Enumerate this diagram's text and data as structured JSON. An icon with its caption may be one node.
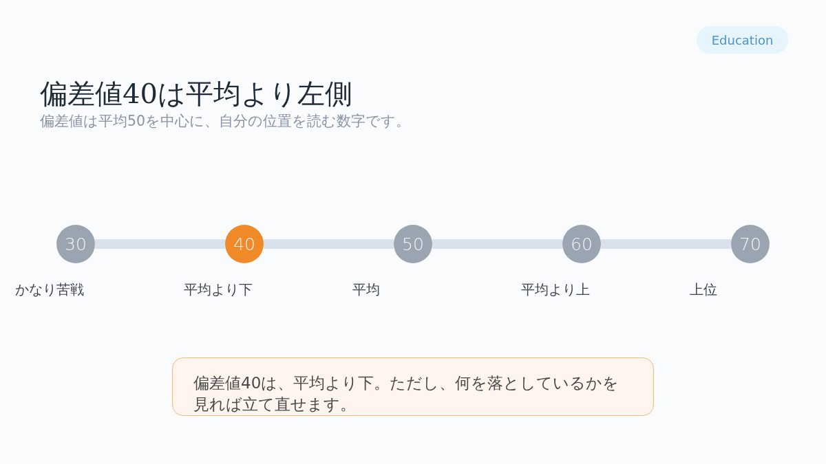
{
  "diagram": {
    "title": "偏差値40は平均より左側",
    "nodes": [
      {
        "text": [
          "Education"
        ]
      },
      {
        "text": [
          "30"
        ],
        "beside": [
          "かなり苦戦"
        ]
      },
      {
        "text": [
          "40"
        ],
        "beside": [
          "平均より下"
        ]
      },
      {
        "text": [
          "50"
        ],
        "beside": [
          "平均"
        ]
      },
      {
        "text": [
          "60"
        ],
        "beside": [
          "平均より上"
        ]
      },
      {
        "text": [
          "70"
        ],
        "beside": [
          "上位"
        ]
      },
      {
        "text": [
          "偏差値40は、平均より下。ただし、何を落としているかを見れば立て直せます。"
        ]
      }
    ],
    "edges": [
      {
        "from": 1,
        "to": 2,
        "arrow": "none"
      },
      {
        "from": 2,
        "to": 3,
        "arrow": "none"
      },
      {
        "from": 3,
        "to": 4,
        "arrow": "none"
      },
      {
        "from": 4,
        "to": 5,
        "arrow": "none"
      }
    ],
    "labels": [
      "偏差値は平均50を中心に、自分の位置を読む数字です。"
    ]
  }
}
